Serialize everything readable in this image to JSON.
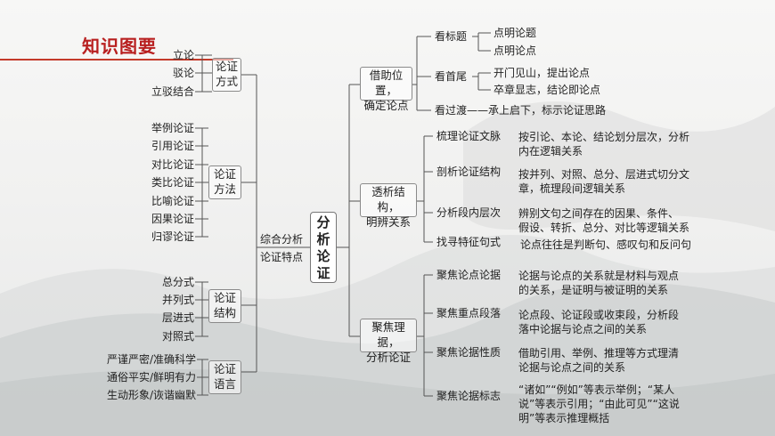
{
  "title": "知识图要",
  "center": "分析论证",
  "left": {
    "join_label_1": "综合分析",
    "join_label_2": "论证特点",
    "groups": [
      {
        "label_1": "论证",
        "label_2": "方式",
        "items": [
          "立论",
          "驳论",
          "立驳结合"
        ]
      },
      {
        "label_1": "论证",
        "label_2": "方法",
        "items": [
          "举例论证",
          "引用论证",
          "对比论证",
          "类比论证",
          "比喻论证",
          "因果论证",
          "归谬论证"
        ]
      },
      {
        "label_1": "论证",
        "label_2": "结构",
        "items": [
          "总分式",
          "并列式",
          "层进式",
          "对照式"
        ]
      },
      {
        "label_1": "论证",
        "label_2": "语言",
        "items": [
          "严谨严密/准确科学",
          "通俗平实/鲜明有力",
          "生动形象/诙谐幽默"
        ]
      }
    ]
  },
  "right": {
    "b1": {
      "label_1": "借助位置，",
      "label_2": "确定论点",
      "s1": "看标题",
      "s1a": "点明论题",
      "s1b": "点明论点",
      "s2": "看首尾",
      "s2a": "开门见山，提出论点",
      "s2b": "卒章显志，结论即论点",
      "s3": "看过渡——承上启下，标示论证思路"
    },
    "b2": {
      "label_1": "透析结构，",
      "label_2": "明辨关系",
      "items": [
        {
          "k": "梳理论证文脉",
          "d1": "按引论、本论、结论划分层次，分析",
          "d2": "内在逻辑关系"
        },
        {
          "k": "剖析论证结构",
          "d1": "按并列、对照、总分、层进式切分文",
          "d2": "章，梳理段间逻辑关系"
        },
        {
          "k": "分析段内层次",
          "d1": "辨别文句之间存在的因果、条件、",
          "d2": "假设、转折、总分、对比等逻辑关系"
        },
        {
          "k": "找寻特征句式",
          "d1": "论点往往是判断句、感叹句和反问句",
          "d2": ""
        }
      ]
    },
    "b3": {
      "label_1": "聚焦理据，",
      "label_2": "分析论证",
      "items": [
        {
          "k": "聚焦论点论据",
          "d1": "论据与论点的关系就是材料与观点",
          "d2": "的关系，是证明与被证明的关系"
        },
        {
          "k": "聚焦重点段落",
          "d1": "论点段、论证段或收束段，分析段",
          "d2": "落中论据与论点之间的关系"
        },
        {
          "k": "聚焦论据性质",
          "d1": "借助引用、举例、推理等方式理清",
          "d2": "论据与论点之间的关系"
        },
        {
          "k": "聚焦论据标志",
          "d1": "“诸如”“例如”等表示举例；“某人",
          "d2": "说”等表示引用；“由此可见”“这说",
          "d3": "明”等表示推理概括"
        }
      ]
    }
  }
}
